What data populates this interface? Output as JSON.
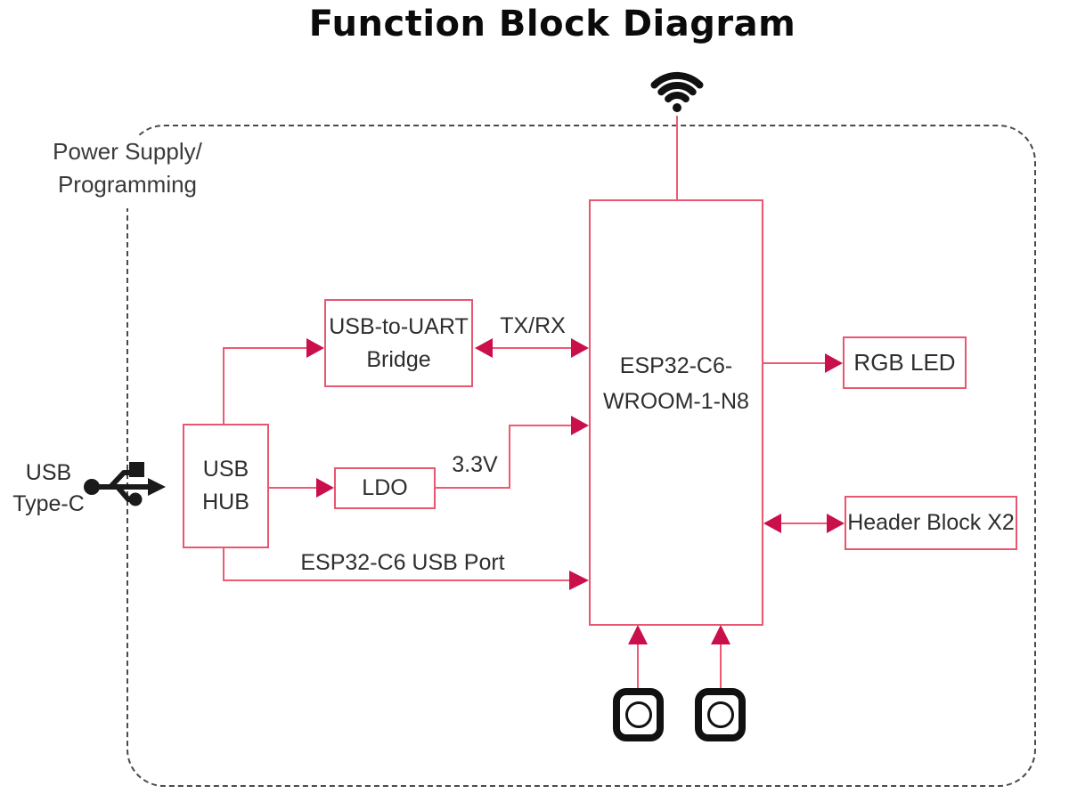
{
  "diagram": {
    "title": "Function Block Diagram",
    "enclosure_label": "Power Supply/\nProgramming",
    "colors": {
      "connector_line": "#ee5a72",
      "arrowhead": "#c9104a",
      "box_border": "#e8566f",
      "dashed_border": "#4a4a4a",
      "icon_black": "#111111",
      "text": "#2e2e2e"
    }
  },
  "blocks": {
    "usb_hub": {
      "label": "USB\nHUB"
    },
    "uart": {
      "label": "USB-to-UART\nBridge"
    },
    "ldo": {
      "label": "LDO"
    },
    "esp32": {
      "label": "ESP32-C6-\nWROOM-1-N8"
    },
    "rgb_led": {
      "label": "RGB LED"
    },
    "header": {
      "label": "Header Block X2"
    }
  },
  "wire_labels": {
    "tx_rx": "TX/RX",
    "v33": "3.3V",
    "usb_port": "ESP32-C6 USB Port",
    "usb_type_c": "USB\nType-C"
  },
  "icons": {
    "wifi": "wifi-antenna-icon",
    "usb": "usb-connector-icon",
    "button_1": "push-button-icon",
    "button_2": "push-button-icon"
  }
}
